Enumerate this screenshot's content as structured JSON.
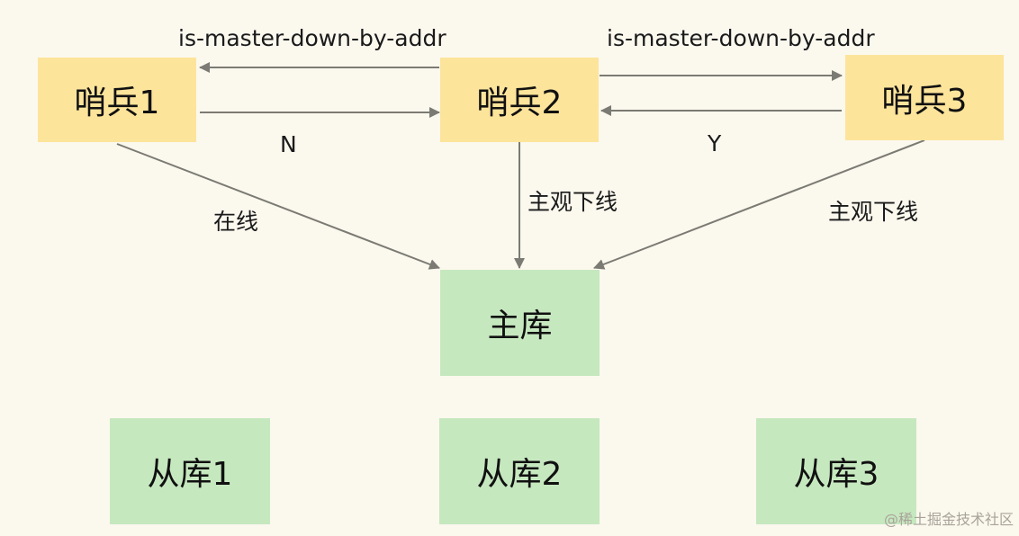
{
  "nodes": {
    "sentinel1": "哨兵1",
    "sentinel2": "哨兵2",
    "sentinel3": "哨兵3",
    "master": "主库",
    "replica1": "从库1",
    "replica2": "从库2",
    "replica3": "从库3"
  },
  "labels": {
    "cmd_left": "is-master-down-by-addr",
    "cmd_right": "is-master-down-by-addr",
    "vote_left": "N",
    "vote_right": "Y",
    "state_sentinel1": "在线",
    "state_sentinel2": "主观下线",
    "state_sentinel3": "主观下线"
  },
  "watermark": "@稀土掘金技术社区",
  "colors": {
    "background": "#fbf8ee",
    "sentinel_fill": "#fde49b",
    "db_fill": "#c6e8bf",
    "arrow": "#7b7b73"
  }
}
